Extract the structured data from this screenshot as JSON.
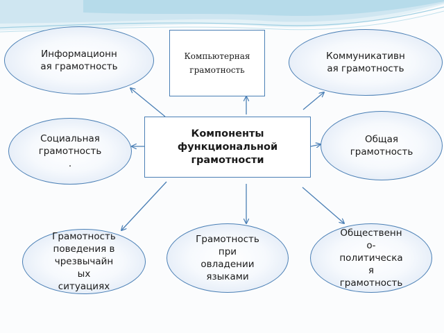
{
  "center": {
    "label": "Компоненты\nфункциональной\nграмотности"
  },
  "nodes": [
    {
      "id": "information",
      "label": "Информационн\nая грамотность"
    },
    {
      "id": "computer",
      "label": "Компьютерная\nграмотность"
    },
    {
      "id": "communicative",
      "label": "Коммуникативн\nая грамотность"
    },
    {
      "id": "social",
      "label": "Социальная\nграмотность\n."
    },
    {
      "id": "general",
      "label": "Общая\nграмотность"
    },
    {
      "id": "emergency",
      "label": "Грамотность\nповедения в\nчрезвычайн\nых\nситуациях"
    },
    {
      "id": "languages",
      "label": "Грамотность\nпри\nовладении\nязыками"
    },
    {
      "id": "sociopolitical",
      "label": "Общественн\nо-\nполитическа\nя\nграмотность"
    }
  ],
  "colors": {
    "border": "#4a7fb5",
    "arrow": "#4a7fb5",
    "ellipse_fill_edge": "#d7e3f3",
    "wave_light": "#cfe6f1",
    "wave_mid": "#9fcfe2"
  }
}
